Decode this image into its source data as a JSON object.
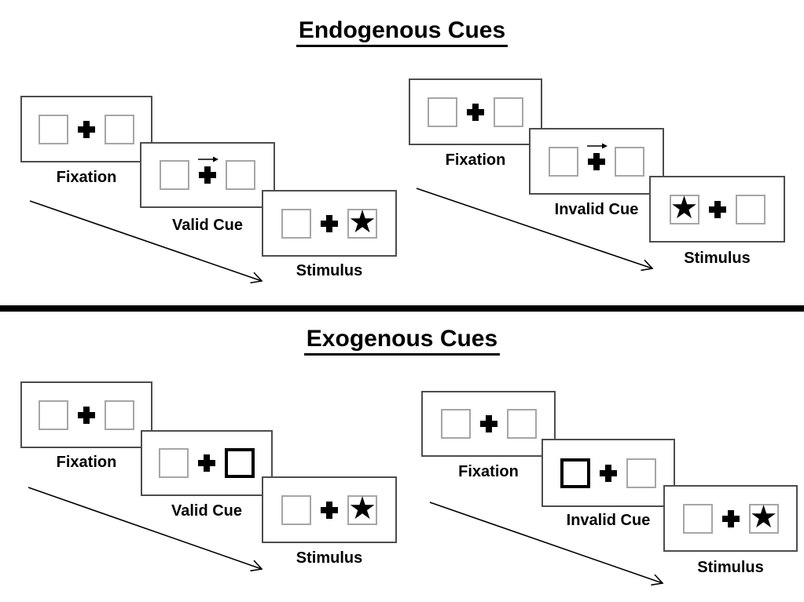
{
  "sections": [
    {
      "title": "Endogenous Cues",
      "groups": [
        {
          "condition": "valid",
          "panels": {
            "fixation": "Fixation",
            "cue": "Valid Cue",
            "stimulus": "Stimulus"
          },
          "cue_style": "central-arrow-right",
          "target_side": "right"
        },
        {
          "condition": "invalid",
          "panels": {
            "fixation": "Fixation",
            "cue": "Invalid Cue",
            "stimulus": "Stimulus"
          },
          "cue_style": "central-arrow-right",
          "target_side": "left"
        }
      ]
    },
    {
      "title": "Exogenous Cues",
      "groups": [
        {
          "condition": "valid",
          "panels": {
            "fixation": "Fixation",
            "cue": "Valid Cue",
            "stimulus": "Stimulus"
          },
          "cue_style": "peripheral-bold-box-right",
          "target_side": "right"
        },
        {
          "condition": "invalid",
          "panels": {
            "fixation": "Fixation",
            "cue": "Invalid Cue",
            "stimulus": "Stimulus"
          },
          "cue_style": "peripheral-bold-box-left",
          "target_side": "right"
        }
      ]
    }
  ],
  "icons": {
    "star": "★"
  },
  "colors": {
    "ink": "#000000",
    "panel_border": "#4d4d4d",
    "square_border": "#a6a6a6",
    "background": "#ffffff"
  }
}
